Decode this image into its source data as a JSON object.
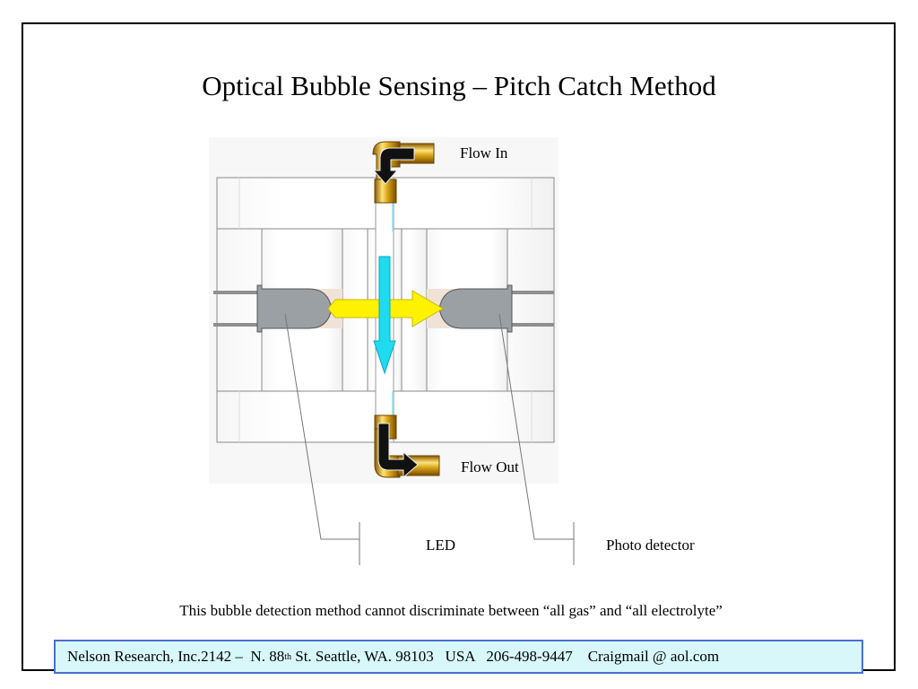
{
  "slide": {
    "title": "Optical Bubble Sensing – Pitch Catch Method"
  },
  "diagram": {
    "labels": {
      "flow_in": "Flow In",
      "flow_out": "Flow Out",
      "led": "LED",
      "photo_detector": "Photo detector"
    },
    "colors": {
      "light_beam": "#fff200",
      "flow_arrow": "#1fdbf0",
      "component_gray": "#9aa0a3",
      "fitting_gold": "#d8a417"
    }
  },
  "note": "This bubble detection method cannot discriminate between “all gas” and “all electrolyte”",
  "footer": {
    "company": "Nelson Research, Inc.",
    "address_number": "2142 –  N. 88",
    "address_suffix": "th",
    "address_rest": " St. Seattle, WA. 98103   USA   206-498-9447    Craigmail @ aol.com"
  }
}
